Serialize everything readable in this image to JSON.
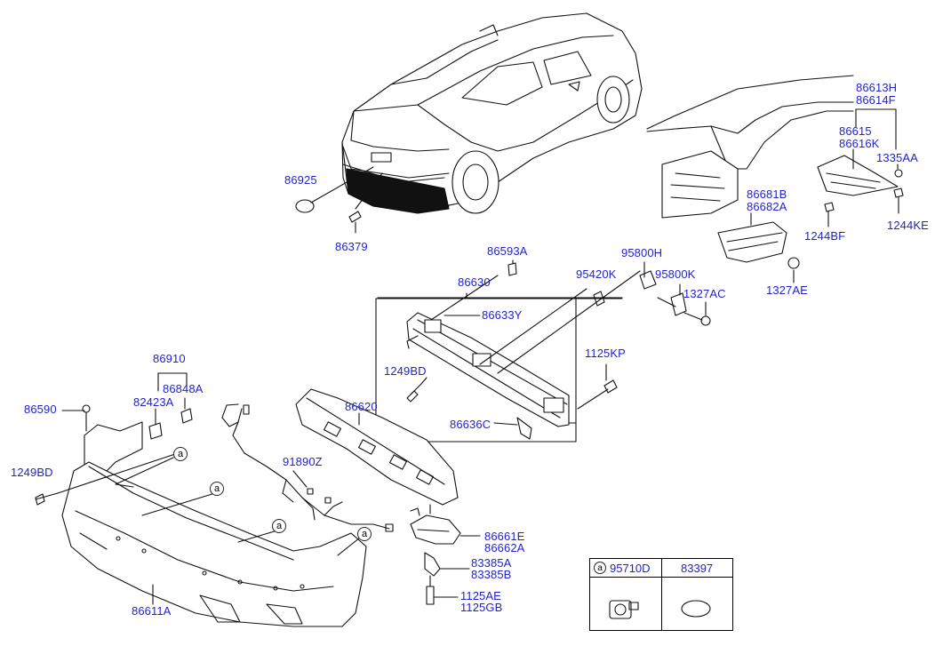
{
  "labels": {
    "p86925": "86925",
    "p86379": "86379",
    "p86613H": "86613H",
    "p86614F": "86614F",
    "p86615": "86615",
    "p86616K": "86616K",
    "p1335AA": "1335AA",
    "p86681B": "86681B",
    "p86682A": "86682A",
    "p1244BF": "1244BF",
    "p1244KE": "1244KE",
    "p86593A": "86593A",
    "p95800H": "95800H",
    "p95420K": "95420K",
    "p95800K": "95800K",
    "p1327AE": "1327AE",
    "p86630": "86630",
    "p1327AC": "1327AC",
    "p86633Y": "86633Y",
    "p1125KP": "1125KP",
    "p1249BD_top": "1249BD",
    "p86636C": "86636C",
    "p86910": "86910",
    "p82423A": "82423A",
    "p86848A": "86848A",
    "p86590": "86590",
    "p86620": "86620",
    "p1249BD_left": "1249BD",
    "p91890Z": "91890Z",
    "p86661E": "86661E",
    "p86662A": "86662A",
    "p83385A": "83385A",
    "p83385B": "83385B",
    "p1125AE": "1125AE",
    "p1125GB": "1125GB",
    "p86611A": "86611A"
  },
  "callouts": {
    "a": "a"
  },
  "legend": {
    "marker": "a",
    "part1": "95710D",
    "part2": "83397"
  }
}
